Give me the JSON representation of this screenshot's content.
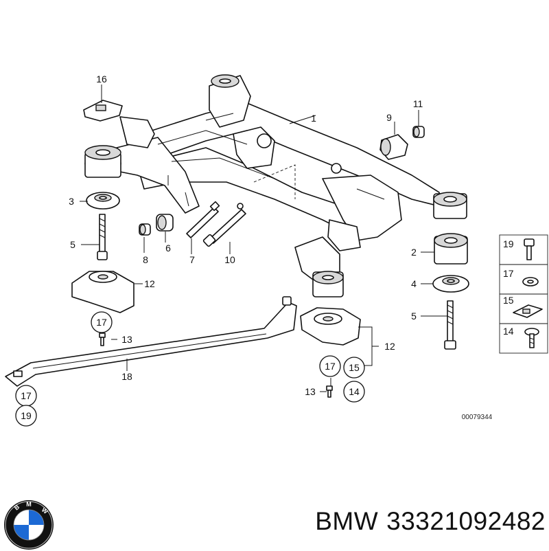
{
  "callouts": {
    "c1": "1",
    "c2": "2",
    "c3": "3",
    "c4": "4",
    "c5a": "5",
    "c5b": "5",
    "c6": "6",
    "c7": "7",
    "c8": "8",
    "c9": "9",
    "c10": "10",
    "c11": "11",
    "c12a": "12",
    "c12b": "12",
    "c13a": "13",
    "c13b": "13",
    "c14": "14",
    "c15": "15",
    "c16": "16",
    "c17a": "17",
    "c17b": "17",
    "c17c": "17",
    "c18": "18",
    "c19": "19"
  },
  "legend": {
    "item19": "19",
    "item17": "17",
    "item15": "15",
    "item14": "14"
  },
  "diagram_number": "00079344",
  "caption": {
    "brand": "BMW",
    "part_number": "33321092482"
  },
  "logo": {
    "letters": [
      "B",
      "M",
      "W"
    ],
    "colors": {
      "blue": "#1c69d4",
      "ring": "#111111",
      "white": "#ffffff"
    }
  }
}
